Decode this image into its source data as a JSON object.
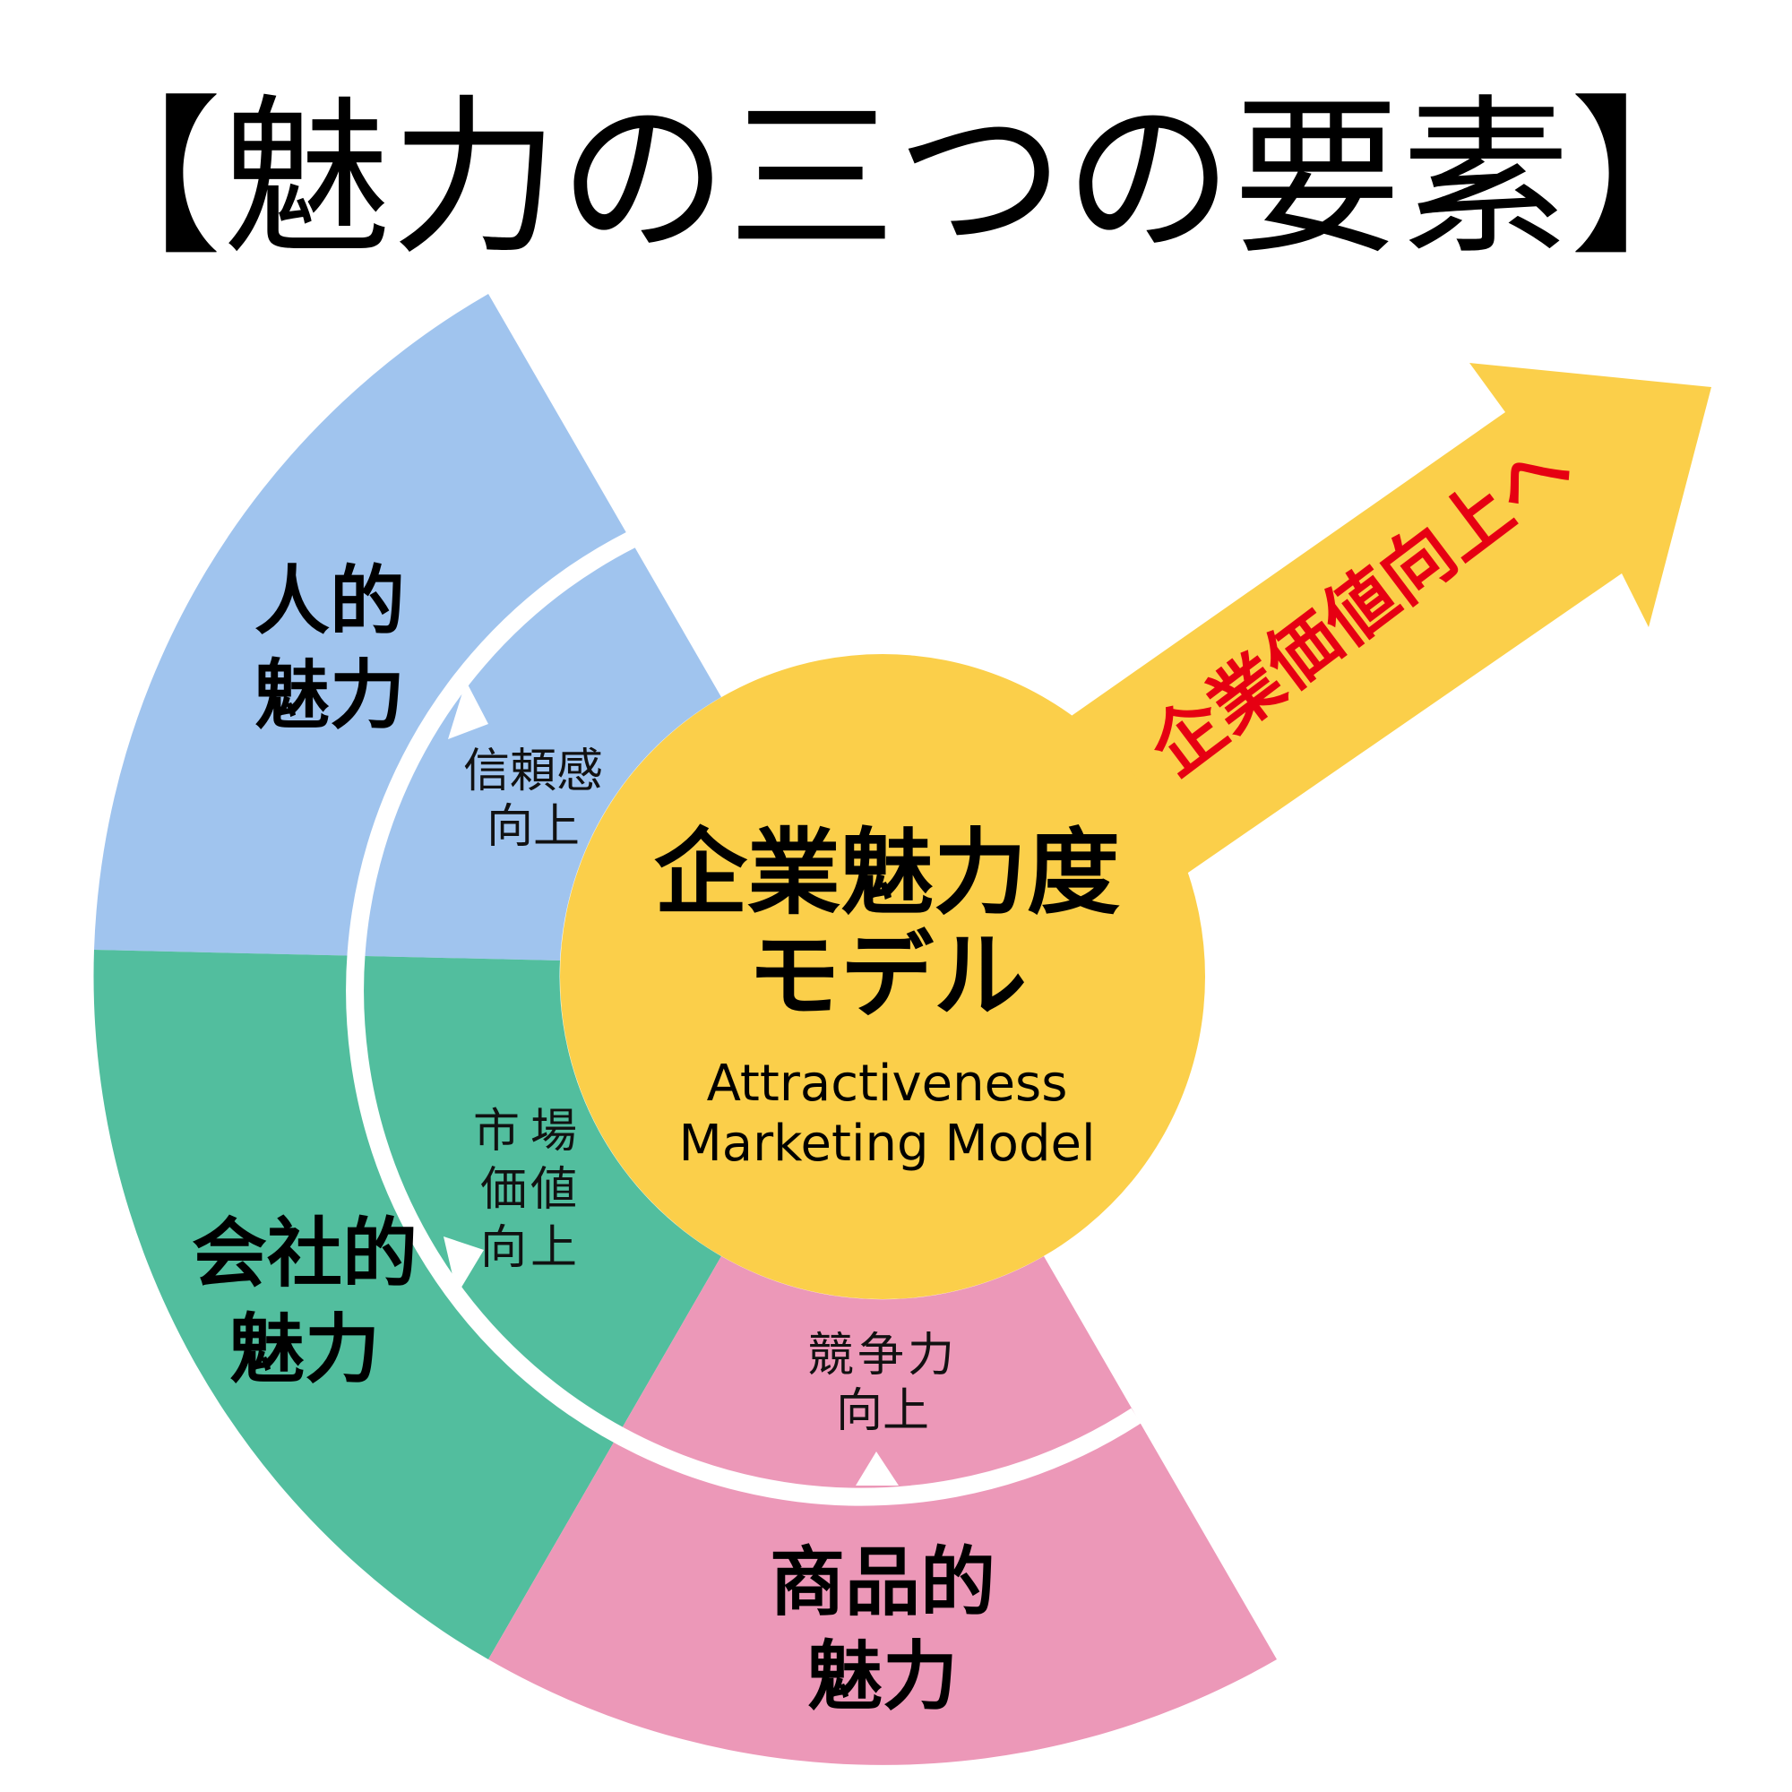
{
  "title": "【魅力の三つの要素】",
  "colors": {
    "human": "#a0c4ee",
    "company": "#52be9e",
    "product": "#ec98b8",
    "center": "#fbcf4a",
    "arrow": "#fbcf4a",
    "arrow_text": "#e60012",
    "divider": "#ffffff",
    "text": "#000000"
  },
  "center": {
    "title_line1": "企業魅力度",
    "title_line2": "モデル",
    "subtitle_line1": "Attractiveness",
    "subtitle_line2": "Marketing Model"
  },
  "segments": [
    {
      "id": "human",
      "outer_line1": "人的",
      "outer_line2": "魅力",
      "inner_line1": "信頼感",
      "inner_line2": "向上"
    },
    {
      "id": "company",
      "outer_line1": "会社的",
      "outer_line2": "魅力",
      "inner_line1": "市場",
      "inner_line2": "価値",
      "inner_line3": "向上"
    },
    {
      "id": "product",
      "outer_line1": "商品的",
      "outer_line2": "魅力",
      "inner_line1": "競争力",
      "inner_line2": "向上"
    }
  ],
  "arrow": {
    "label": "企業価値向上へ",
    "direction": "up-right"
  }
}
